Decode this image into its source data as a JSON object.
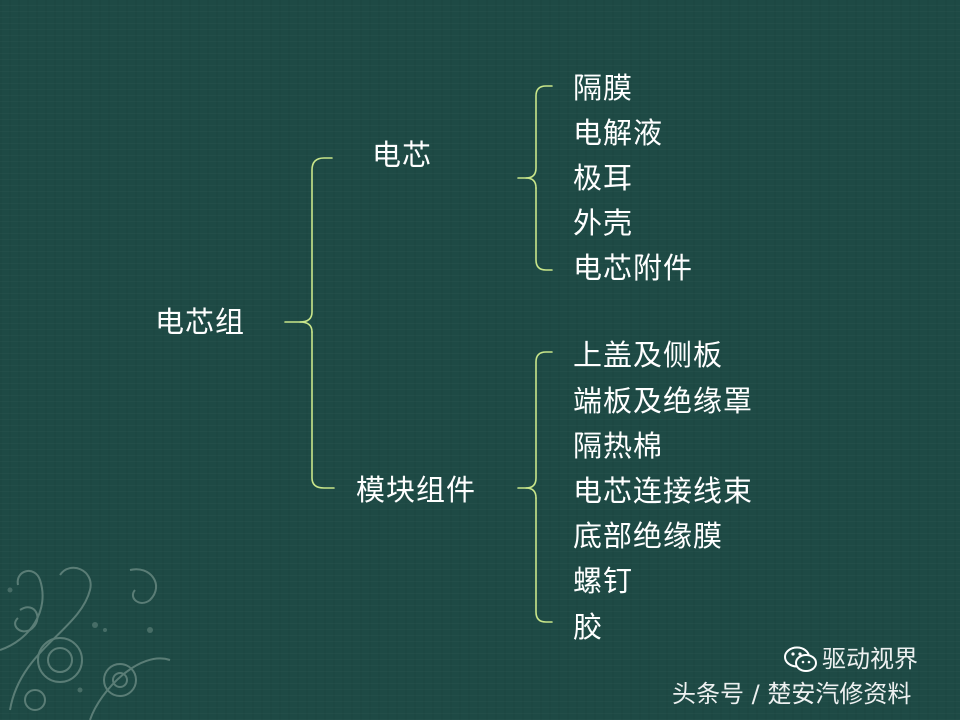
{
  "diagram": {
    "root": "电芯组",
    "branches": [
      {
        "label": "电芯",
        "items": [
          "隔膜",
          "电解液",
          "极耳",
          "外壳",
          "电芯附件"
        ]
      },
      {
        "label": "模块组件",
        "items": [
          "上盖及侧板",
          "端板及绝缘罩",
          "隔热棉",
          "电芯连接线束",
          "底部绝缘膜",
          "螺钉",
          "胶"
        ]
      }
    ]
  },
  "watermark": {
    "account": "驱动视界",
    "source": "头条号 / 楚安汽修资料"
  },
  "colors": {
    "background": "#1e4a45",
    "bracket": "#c9e68a",
    "text": "#ffffff"
  }
}
